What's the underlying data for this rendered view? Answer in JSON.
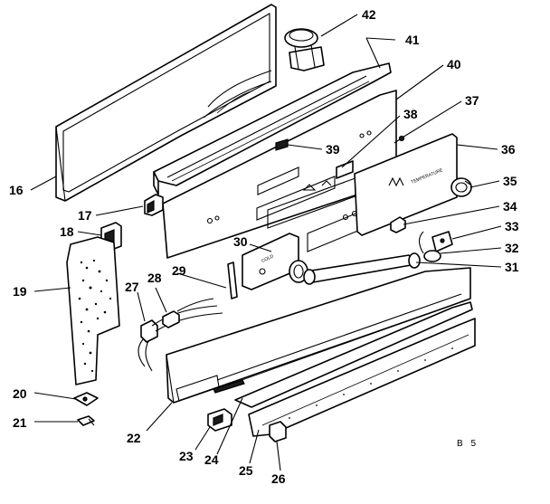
{
  "diagram": {
    "callouts": [
      "42",
      "41",
      "40",
      "37",
      "38",
      "39",
      "36",
      "16",
      "17",
      "35",
      "34",
      "18",
      "33",
      "30",
      "32",
      "31",
      "19",
      "27",
      "28",
      "29",
      "20",
      "21",
      "22",
      "23",
      "24",
      "25",
      "26"
    ],
    "page_mark": "B 5",
    "panel_text": [
      "COLD",
      "TEMPERATURE"
    ]
  }
}
